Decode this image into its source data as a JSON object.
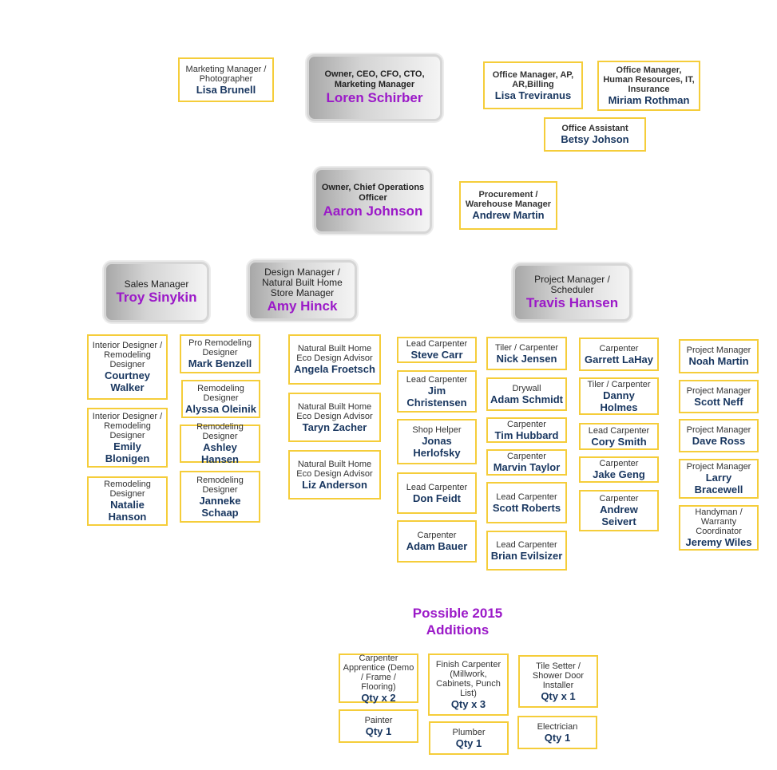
{
  "top": {
    "lisa_brunell": {
      "title": "Marketing Manager / Photographer",
      "name": "Lisa Brunell"
    },
    "loren": {
      "title": "Owner, CEO, CFO, CTO, Marketing Manager",
      "name": "Loren Schirber"
    },
    "lisa_t": {
      "title": "Office Manager, AP, AR,Billing",
      "name": "Lisa Treviranus"
    },
    "miriam": {
      "title": "Office Manager, Human Resources, IT, Insurance",
      "name": "Miriam Rothman"
    },
    "betsy": {
      "title": "Office Assistant",
      "name": "Betsy Johson"
    }
  },
  "ops": {
    "aaron": {
      "title": "Owner, Chief Operations Officer",
      "name": "Aaron Johnson"
    },
    "andrew_martin": {
      "title": "Procurement / Warehouse Manager",
      "name": "Andrew Martin"
    }
  },
  "managers": {
    "troy": {
      "title": "Sales Manager",
      "name": "Troy Sinykin"
    },
    "amy": {
      "title": "Design Manager / Natural Built Home Store Manager",
      "name": "Amy Hinck"
    },
    "travis": {
      "title": "Project Manager / Scheduler",
      "name": "Travis Hansen"
    }
  },
  "staff": {
    "courtney": {
      "title": "Interior Designer / Remodeling Designer",
      "name": "Courtney Walker"
    },
    "emily": {
      "title": "Interior Designer / Remodeling Designer",
      "name": "Emily Blonigen"
    },
    "natalie": {
      "title": "Remodeling Designer",
      "name": "Natalie Hanson"
    },
    "mark": {
      "title": "Pro Remodeling Designer",
      "name": "Mark Benzell"
    },
    "alyssa": {
      "title": "Remodeling Designer",
      "name": "Alyssa Oleinik"
    },
    "ashley": {
      "title": "Remodeling Designer",
      "name": "Ashley Hansen"
    },
    "janneke": {
      "title": "Remodeling Designer",
      "name": "Janneke Schaap"
    },
    "angela": {
      "title": "Natural Built Home Eco Design Advisor",
      "name": "Angela Froetsch"
    },
    "taryn": {
      "title": "Natural Built Home Eco Design Advisor",
      "name": "Taryn Zacher"
    },
    "liz": {
      "title": "Natural Built Home Eco Design Advisor",
      "name": "Liz Anderson"
    },
    "steve": {
      "title": "Lead Carpenter",
      "name": "Steve Carr"
    },
    "jim": {
      "title": "Lead Carpenter",
      "name": "Jim Christensen"
    },
    "jonas": {
      "title": "Shop Helper",
      "name": "Jonas Herlofsky"
    },
    "don": {
      "title": "Lead Carpenter",
      "name": "Don Feidt"
    },
    "adam_bauer": {
      "title": "Carpenter",
      "name": "Adam Bauer"
    },
    "nick": {
      "title": "Tiler / Carpenter",
      "name": "Nick Jensen"
    },
    "adam_schmidt": {
      "title": "Drywall",
      "name": "Adam Schmidt"
    },
    "tim": {
      "title": "Carpenter",
      "name": "Tim Hubbard"
    },
    "marvin": {
      "title": "Carpenter",
      "name": "Marvin Taylor"
    },
    "scott_roberts": {
      "title": "Lead Carpenter",
      "name": "Scott Roberts"
    },
    "brian": {
      "title": "Lead Carpenter",
      "name": "Brian Evilsizer"
    },
    "garrett": {
      "title": "Carpenter",
      "name": "Garrett LaHay"
    },
    "danny": {
      "title": "Tiler / Carpenter",
      "name": "Danny Holmes"
    },
    "cory": {
      "title": "Lead Carpenter",
      "name": "Cory Smith"
    },
    "jake": {
      "title": "Carpenter",
      "name": "Jake Geng"
    },
    "andrew_seivert": {
      "title": "Carpenter",
      "name": "Andrew Seivert"
    },
    "noah": {
      "title": "Project Manager",
      "name": "Noah Martin"
    },
    "scott_neff": {
      "title": "Project Manager",
      "name": "Scott Neff"
    },
    "dave": {
      "title": "Project Manager",
      "name": "Dave Ross"
    },
    "larry": {
      "title": "Project Manager",
      "name": "Larry Bracewell"
    },
    "jeremy": {
      "title": "Handyman / Warranty Coordinator",
      "name": "Jeremy Wiles"
    }
  },
  "additions": {
    "heading": "Possible 2015 Additions",
    "apprentice": {
      "title": "Carpenter Apprentice (Demo / Frame / Flooring)",
      "qty": "Qty x 2"
    },
    "finish": {
      "title": "Finish Carpenter (Millwork, Cabinets,  Punch List)",
      "qty": "Qty x 3"
    },
    "tile": {
      "title": "Tile Setter / Shower Door Installer",
      "qty": "Qty x 1"
    },
    "painter": {
      "title": "Painter",
      "qty": "Qty 1"
    },
    "plumber": {
      "title": "Plumber",
      "qty": "Qty 1"
    },
    "electrician": {
      "title": "Electrician",
      "qty": "Qty 1"
    }
  },
  "colors": {
    "box_border": "#f5cd3a",
    "name_text": "#18365f",
    "exec_name": "#9b19c8"
  }
}
